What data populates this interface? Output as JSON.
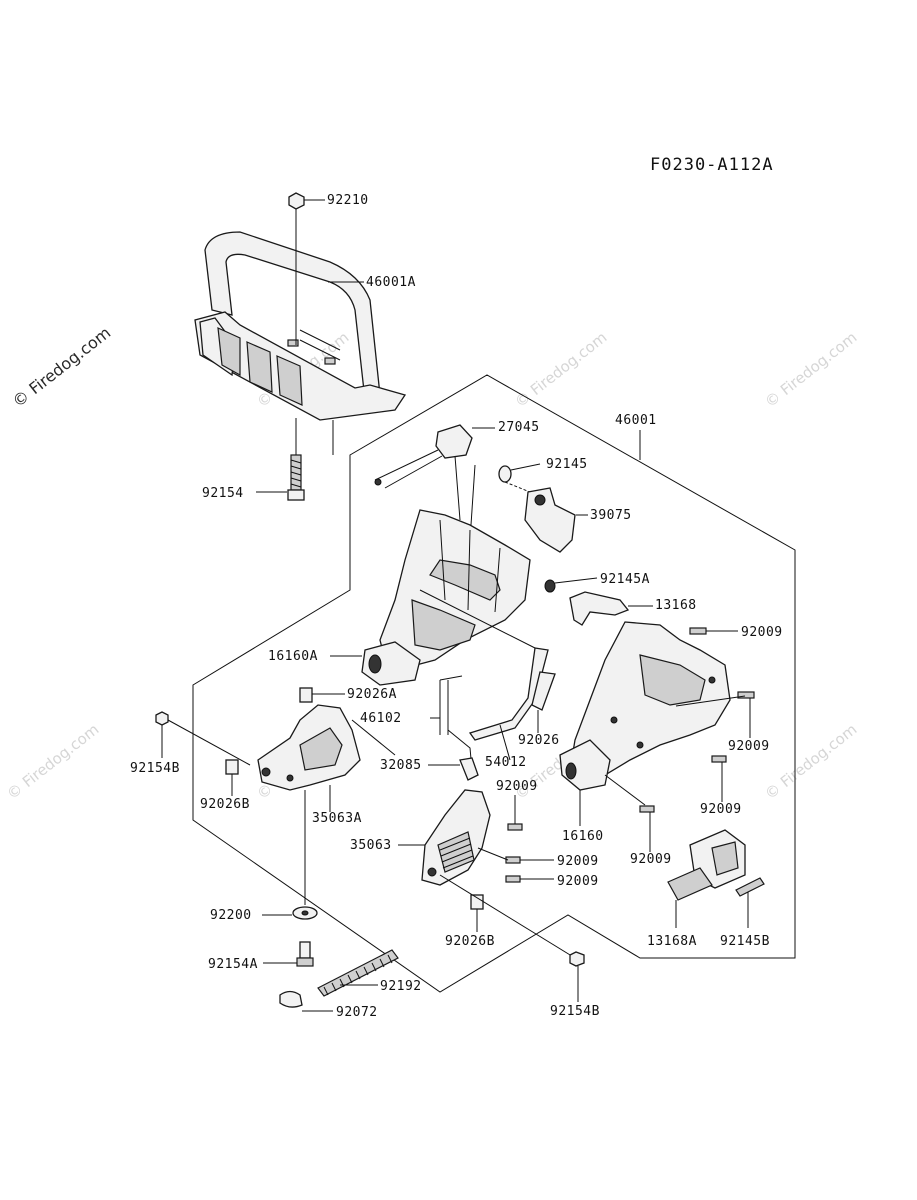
{
  "diagram_code": "F0230-A112A",
  "watermark": {
    "main": "© Firedog.com",
    "repeat": "© Firedog.com"
  },
  "labels": {
    "p92210": "92210",
    "p46001A": "46001A",
    "p92154": "92154",
    "p27045": "27045",
    "p46001": "46001",
    "p92145": "92145",
    "p39075": "39075",
    "p92145A": "92145A",
    "p13168": "13168",
    "p92009a": "92009",
    "p16160A": "16160A",
    "p92026A": "92026A",
    "p46102": "46102",
    "p92026": "92026",
    "p54012": "54012",
    "p92154Ba": "92154B",
    "p92009b": "92009",
    "p32085": "32085",
    "p92026B": "92026B",
    "p35063A": "35063A",
    "p92009c": "92009",
    "p92009d": "92009",
    "p16160": "16160",
    "p35063": "35063",
    "p92009e": "92009",
    "p92009f": "92009",
    "p92009g": "92009",
    "p92200": "92200",
    "p13168A": "13168A",
    "p92145B": "92145B",
    "p92026Bb": "92026B",
    "p92154A": "92154A",
    "p92192": "92192",
    "p92154Bb": "92154B",
    "p92072": "92072"
  }
}
